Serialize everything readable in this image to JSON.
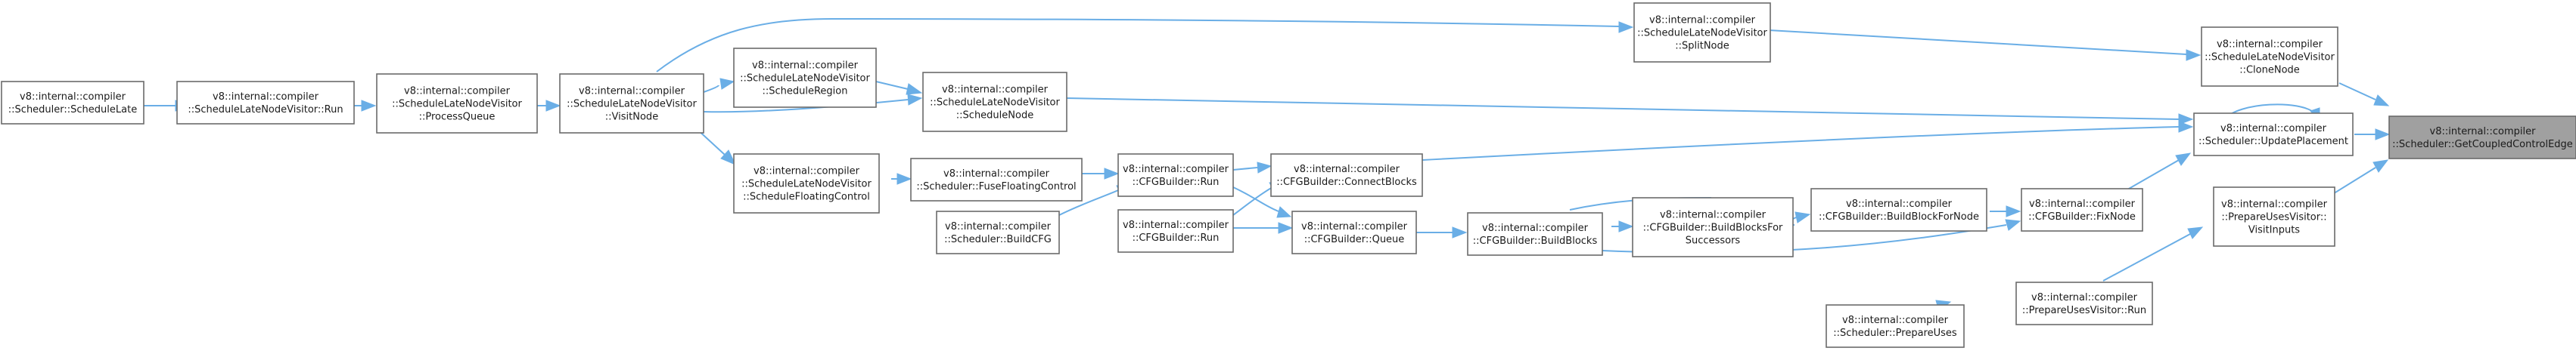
{
  "graph": {
    "title": "",
    "colors": {
      "edge": "#6aaee6",
      "node_border": "#6a6a6a",
      "highlight_fill": "#a0a0a0",
      "background": "#ffffff"
    },
    "nodes": [
      {
        "id": "getcoupled",
        "lines": [
          "v8::internal::compiler",
          "::Scheduler::GetCoupledControlEdge"
        ],
        "highlight": true
      },
      {
        "id": "clonenode",
        "lines": [
          "v8::internal::compiler",
          "::ScheduleLateNodeVisitor",
          "::CloneNode"
        ]
      },
      {
        "id": "updateplacement",
        "lines": [
          "v8::internal::compiler",
          "::Scheduler::UpdatePlacement"
        ]
      },
      {
        "id": "visitinputs",
        "lines": [
          "v8::internal::compiler",
          "::PrepareUsesVisitor::",
          "VisitInputs"
        ]
      },
      {
        "id": "splitnode",
        "lines": [
          "v8::internal::compiler",
          "::ScheduleLateNodeVisitor",
          "::SplitNode"
        ]
      },
      {
        "id": "fixnode",
        "lines": [
          "v8::internal::compiler",
          "::CFGBuilder::FixNode"
        ]
      },
      {
        "id": "puvrun",
        "lines": [
          "v8::internal::compiler",
          "::PrepareUsesVisitor::Run"
        ]
      },
      {
        "id": "scheduleLate",
        "lines": [
          "v8::internal::compiler",
          "::Scheduler::ScheduleLate"
        ]
      },
      {
        "id": "slnvRun",
        "lines": [
          "v8::internal::compiler",
          "::ScheduleLateNodeVisitor::Run"
        ]
      },
      {
        "id": "processQueue",
        "lines": [
          "v8::internal::compiler",
          "::ScheduleLateNodeVisitor",
          "::ProcessQueue"
        ]
      },
      {
        "id": "visitNode",
        "lines": [
          "v8::internal::compiler",
          "::ScheduleLateNodeVisitor",
          "::VisitNode"
        ]
      },
      {
        "id": "scheduleRegion",
        "lines": [
          "v8::internal::compiler",
          "::ScheduleLateNodeVisitor",
          "::ScheduleRegion"
        ]
      },
      {
        "id": "scheduleNode",
        "lines": [
          "v8::internal::compiler",
          "::ScheduleLateNodeVisitor",
          "::ScheduleNode"
        ]
      },
      {
        "id": "scheduleFloating",
        "lines": [
          "v8::internal::compiler",
          "::ScheduleLateNodeVisitor",
          "::ScheduleFloatingControl"
        ]
      },
      {
        "id": "fuseFloating",
        "lines": [
          "v8::internal::compiler",
          "::Scheduler::FuseFloatingControl"
        ]
      },
      {
        "id": "buildCFG",
        "lines": [
          "v8::internal::compiler",
          "::Scheduler::BuildCFG"
        ]
      },
      {
        "id": "cfgRun1",
        "lines": [
          "v8::internal::compiler",
          "::CFGBuilder::Run"
        ]
      },
      {
        "id": "cfgRun2",
        "lines": [
          "v8::internal::compiler",
          "::CFGBuilder::Run"
        ]
      },
      {
        "id": "connectBlocks",
        "lines": [
          "v8::internal::compiler",
          "::CFGBuilder::ConnectBlocks"
        ]
      },
      {
        "id": "queue",
        "lines": [
          "v8::internal::compiler",
          "::CFGBuilder::Queue"
        ]
      },
      {
        "id": "buildBlocks",
        "lines": [
          "v8::internal::compiler",
          "::CFGBuilder::BuildBlocks"
        ]
      },
      {
        "id": "buildBlocksFor",
        "lines": [
          "v8::internal::compiler",
          "::CFGBuilder::BuildBlocksFor",
          "Successors"
        ]
      },
      {
        "id": "buildBlockForNode",
        "lines": [
          "v8::internal::compiler",
          "::CFGBuilder::BuildBlockForNode"
        ]
      },
      {
        "id": "prepareUses",
        "lines": [
          "v8::internal::compiler",
          "::Scheduler::PrepareUses"
        ]
      }
    ]
  }
}
